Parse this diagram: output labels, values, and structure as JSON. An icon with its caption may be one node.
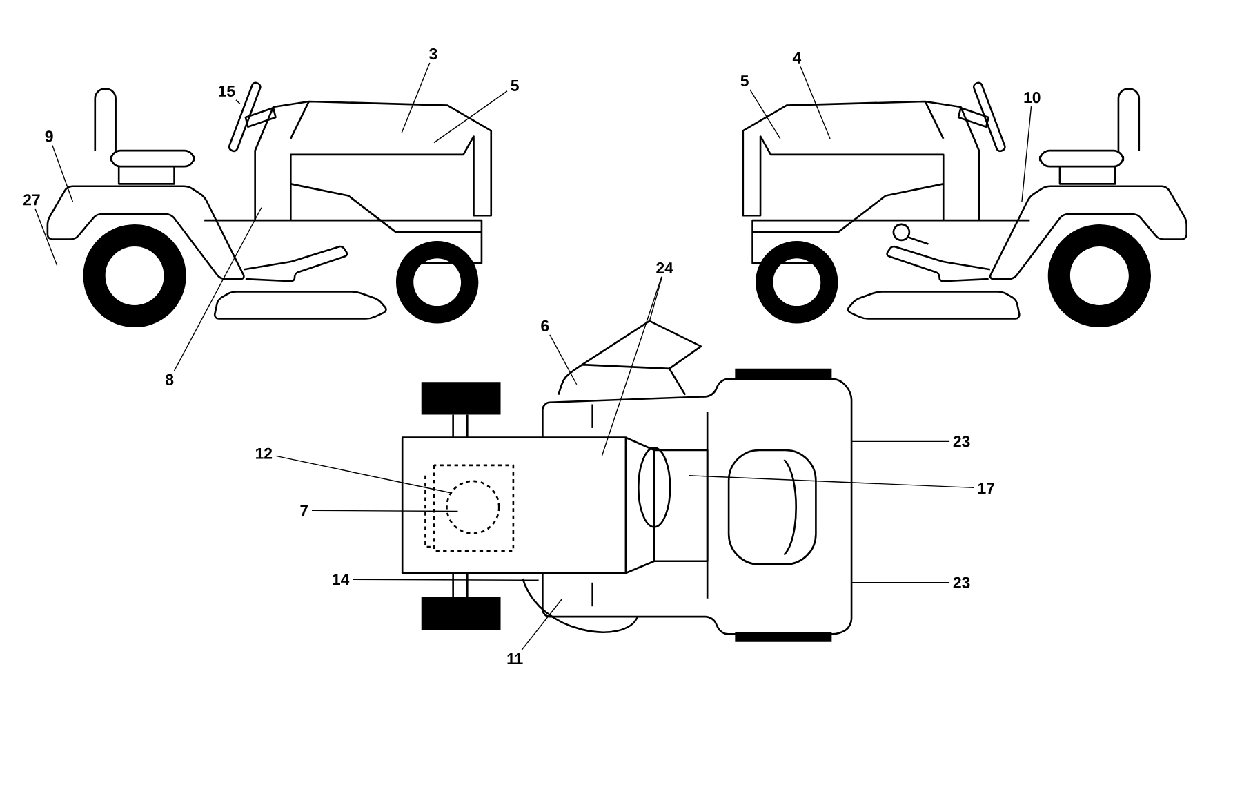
{
  "diagram": {
    "nodes": [
      {
        "text": [
          "3"
        ]
      },
      {
        "text": [
          "5"
        ]
      },
      {
        "text": [
          "15"
        ]
      },
      {
        "text": [
          "9"
        ]
      },
      {
        "text": [
          "27"
        ]
      },
      {
        "text": [
          "8"
        ]
      },
      {
        "text": [
          "4"
        ]
      },
      {
        "text": [
          "5"
        ]
      },
      {
        "text": [
          "10"
        ]
      },
      {
        "text": [
          "24"
        ]
      },
      {
        "text": [
          "6"
        ]
      },
      {
        "text": [
          "12"
        ]
      },
      {
        "text": [
          "7"
        ]
      },
      {
        "text": [
          "14"
        ]
      },
      {
        "text": [
          "11"
        ]
      },
      {
        "text": [
          "23"
        ]
      },
      {
        "text": [
          "17"
        ]
      },
      {
        "text": [
          "23"
        ]
      },
      {
        "text": [],
        "shape": "picture"
      },
      {
        "text": [],
        "shape": "picture"
      }
    ],
    "edges": [
      {
        "from": 0,
        "to": null,
        "arrow": "none"
      },
      {
        "from": 1,
        "to": null,
        "arrow": "none"
      },
      {
        "from": 2,
        "to": null,
        "arrow": "none"
      },
      {
        "from": 3,
        "to": null,
        "arrow": "none"
      },
      {
        "from": 4,
        "to": null,
        "arrow": "none"
      },
      {
        "from": 5,
        "to": null,
        "arrow": "none"
      },
      {
        "from": 6,
        "to": null,
        "arrow": "none"
      },
      {
        "from": 7,
        "to": null,
        "arrow": "none"
      },
      {
        "from": 8,
        "to": null,
        "arrow": "none"
      },
      {
        "from": 9,
        "to": 18,
        "arrow": "none"
      },
      {
        "from": 9,
        "to": 19,
        "arrow": "none"
      },
      {
        "from": 10,
        "to": 18,
        "arrow": "none"
      },
      {
        "from": 11,
        "to": 19,
        "arrow": "none"
      },
      {
        "from": 12,
        "to": 19,
        "arrow": "none"
      },
      {
        "from": 13,
        "to": 19,
        "arrow": "none"
      },
      {
        "from": 14,
        "to": 19,
        "arrow": "none"
      },
      {
        "from": 15,
        "to": 19,
        "arrow": "none"
      },
      {
        "from": 16,
        "to": 19,
        "arrow": "none"
      },
      {
        "from": 17,
        "to": 19,
        "arrow": "none"
      }
    ]
  }
}
